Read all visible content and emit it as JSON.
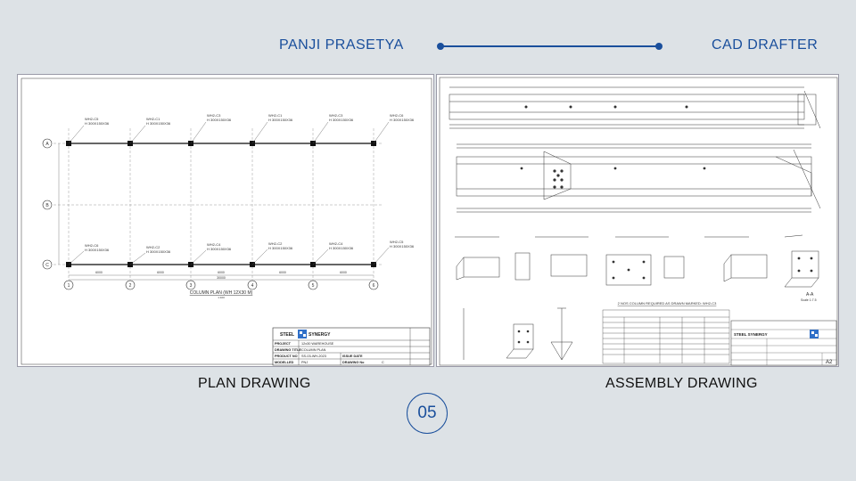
{
  "header": {
    "name": "PANJI PRASETYA",
    "role": "CAD DRAFTER"
  },
  "plan_drawing": {
    "caption": "PLAN DRAWING",
    "drawing_title": "COLUMN PLAN (WH 12X30 M)",
    "scale": "1:100",
    "grid_rows": [
      "A",
      "B",
      "C"
    ],
    "grid_cols": [
      "1",
      "2",
      "3",
      "4",
      "5",
      "6"
    ],
    "bay_dim": "6000",
    "total_dim": "30000",
    "top_labels": [
      {
        "mark": "WH2-C5",
        "size": "H 300X150X36"
      },
      {
        "mark": "WH2-C1",
        "size": "H 300X150X36"
      },
      {
        "mark": "WH2-C3",
        "size": "H 300X150X36"
      },
      {
        "mark": "WH2-C1",
        "size": "H 300X150X36"
      },
      {
        "mark": "WH2-C3",
        "size": "H 300X150X36"
      },
      {
        "mark": "WH2-C6",
        "size": "H 300X150X36"
      }
    ],
    "bottom_labels": [
      {
        "mark": "WH2-C6",
        "size": "H 300X150X36"
      },
      {
        "mark": "WH2-C2",
        "size": "H 300X150X36"
      },
      {
        "mark": "WH2-C4",
        "size": "H 300X150X36"
      },
      {
        "mark": "WH2-C2",
        "size": "H 300X150X36"
      },
      {
        "mark": "WH2-C4",
        "size": "H 300X150X36"
      },
      {
        "mark": "WH2-C5",
        "size": "H 300X150X36"
      }
    ],
    "title_block": {
      "company_a": "STEEL",
      "company_b": "SYNERGY",
      "rows": [
        {
          "label": "PROJECT",
          "value": "12x30 WAREHOUSE"
        },
        {
          "label": "DRAWING TITLE",
          "value": "COLUMN PLAN"
        },
        {
          "label": "PRODUCT NO",
          "value": "SS-03-WH-2023",
          "extra_label": "ISSUE DATE",
          "extra_value": ""
        },
        {
          "label": "MODELLED",
          "value": "PNJ",
          "extra_label": "DRAWING No",
          "extra_value": "C"
        }
      ]
    }
  },
  "assembly_drawing": {
    "caption": "ASSEMBLY DRAWING",
    "note": "2 NOS COLUMN REQUIRED AS DRAWN MARKED: WH2-C3",
    "section_label": "A-A",
    "scale_label": "Scale 1:7.5",
    "company": "STEEL SYNERGY",
    "sheet_size": "A2"
  },
  "page_number": "05"
}
